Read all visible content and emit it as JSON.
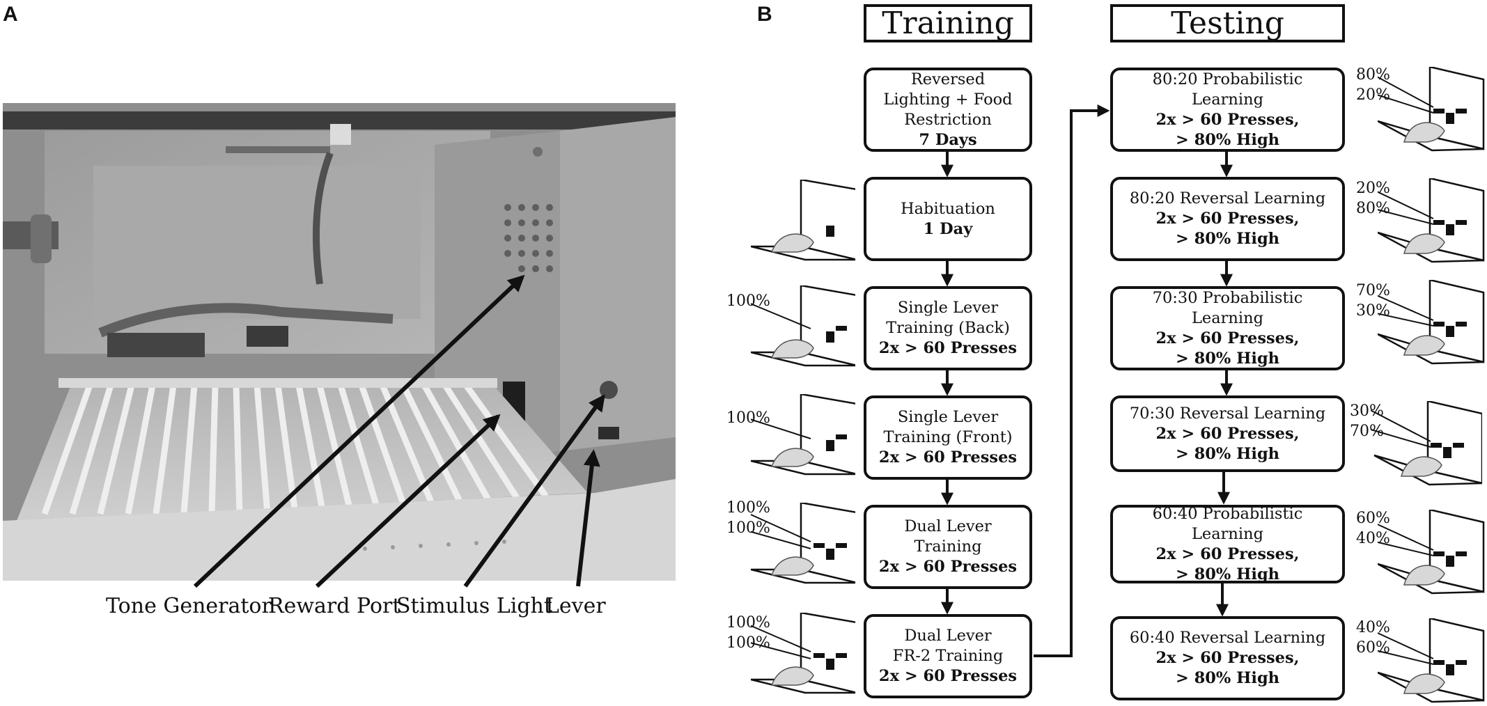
{
  "panels": {
    "a": "A",
    "b": "B"
  },
  "photo_labels": [
    "Tone Generator",
    "Reward Port",
    "Stimulus Light",
    "Lever"
  ],
  "headers": {
    "training": "Training",
    "testing": "Testing"
  },
  "training_steps": [
    {
      "lines": [
        "Reversed",
        "Lighting + Food",
        "Restriction"
      ],
      "criterion": [
        "7 Days"
      ],
      "levers": []
    },
    {
      "lines": [
        "Habituation"
      ],
      "criterion": [
        "1 Day"
      ],
      "levers": []
    },
    {
      "lines": [
        "Single Lever",
        "Training (Back)"
      ],
      "criterion": [
        "2x > 60 Presses"
      ],
      "levers": [
        "100%"
      ]
    },
    {
      "lines": [
        "Single Lever",
        "Training (Front)"
      ],
      "criterion": [
        "2x > 60 Presses"
      ],
      "levers": [
        "100%"
      ]
    },
    {
      "lines": [
        "Dual Lever",
        "Training"
      ],
      "criterion": [
        "2x > 60 Presses"
      ],
      "levers": [
        "100%",
        "100%"
      ]
    },
    {
      "lines": [
        "Dual Lever",
        "FR-2 Training"
      ],
      "criterion": [
        "2x > 60 Presses"
      ],
      "levers": [
        "100%",
        "100%"
      ]
    }
  ],
  "testing_steps": [
    {
      "lines": [
        "80:20 Probabilistic",
        "Learning"
      ],
      "criterion": [
        "2x > 60 Presses,",
        "> 80% High"
      ],
      "levers": [
        "80%",
        "20%"
      ]
    },
    {
      "lines": [
        "80:20 Reversal Learning"
      ],
      "criterion": [
        "2x > 60 Presses,",
        "> 80% High"
      ],
      "levers": [
        "20%",
        "80%"
      ]
    },
    {
      "lines": [
        "70:30 Probabilistic",
        "Learning"
      ],
      "criterion": [
        "2x > 60 Presses,",
        "> 80% High"
      ],
      "levers": [
        "70%",
        "30%"
      ]
    },
    {
      "lines": [
        "70:30 Reversal Learning"
      ],
      "criterion": [
        "2x > 60 Presses,",
        "> 80% High"
      ],
      "levers": [
        "30%",
        "70%"
      ]
    },
    {
      "lines": [
        "60:40 Probabilistic",
        "Learning"
      ],
      "criterion": [
        "2x > 60 Presses,",
        "> 80% High"
      ],
      "levers": [
        "60%",
        "40%"
      ]
    },
    {
      "lines": [
        "60:40 Reversal Learning"
      ],
      "criterion": [
        "2x > 60 Presses,",
        "> 80% High"
      ],
      "levers": [
        "40%",
        "60%"
      ]
    }
  ]
}
